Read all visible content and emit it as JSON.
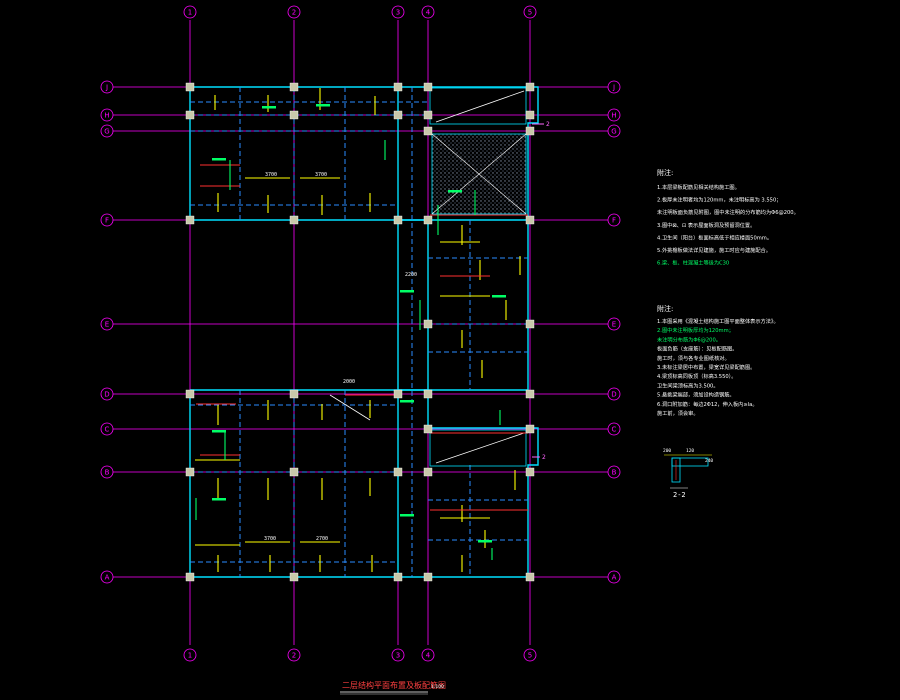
{
  "drawing": {
    "title": "二层结构平面布置及板配筋图",
    "scale": "1:100"
  },
  "axes": {
    "top_labels": [
      "1",
      "2",
      "3",
      "4",
      "5"
    ],
    "bottom_labels": [
      "1",
      "2",
      "3",
      "4",
      "5"
    ],
    "left_labels": [
      "J",
      "H",
      "G",
      "F",
      "E",
      "D",
      "C",
      "B",
      "A"
    ],
    "right_labels": [
      "J",
      "H",
      "G",
      "F",
      "E",
      "D",
      "C",
      "B",
      "A"
    ]
  },
  "notes1": {
    "heading": "附注:",
    "lines": [
      "1.本层梁板配筋见相关结构施工图。",
      "2.板厚未注明者均为120mm，未注明标高为 3.550；",
      "  未注明板面负筋见附图，图中未注明的分布筋均为Φ6@200。",
      "3.图中⊠、⊡ 表示屋面板洞及预留洞位置。",
      "4.卫生间（阳台）板面标高低于相应楼面50mm。",
      "5.外挑檐板做法详见建施，施工时应与建施配合。",
      "6.梁、板、柱混凝土等级为C30"
    ]
  },
  "notes2": {
    "heading": "附注:",
    "lines": [
      "1.本图采用《混凝土结构施工图平面整体表示方法》。",
      "2.图中未注明板厚均为120mm；",
      "  未注明分布筋为Φ6@200。",
      "  板面负筋（支座筋）：见板配筋图。",
      "  施工时，须与各专业图纸核对。",
      "3.未标注梁居中布置，梁宽详见梁配筋图。",
      "4.梁顶标高同板顶（标高3.550）。",
      "  卫生间梁顶标高为3.500。",
      "5.悬挑梁端部，须加设构造钢筋。",
      "6.洞口附加筋：每边2Φ12，伸入板内≥la。",
      "  施工前，须会审。"
    ]
  },
  "section_detail": {
    "label": "2-2",
    "dim1": "200",
    "dim2": "120",
    "dim3": "240"
  },
  "slab_labels": {
    "dim_a": "3700",
    "dim_b": "3700",
    "dim_c": "3700",
    "dim_d": "2200",
    "dim_e": "2000",
    "dim_f": "2700",
    "side_mark": "2"
  },
  "colors": {
    "background": "#000000",
    "axis": "#ff00ff",
    "wall": "#00ffff",
    "beam_dash": "#00aaff",
    "column": "#c8c8aa",
    "rebar": "#ffff00",
    "rebar_red": "#ff3030",
    "rebar_green": "#00ff66",
    "text_note": "#ffffff",
    "title": "#ff4040"
  }
}
